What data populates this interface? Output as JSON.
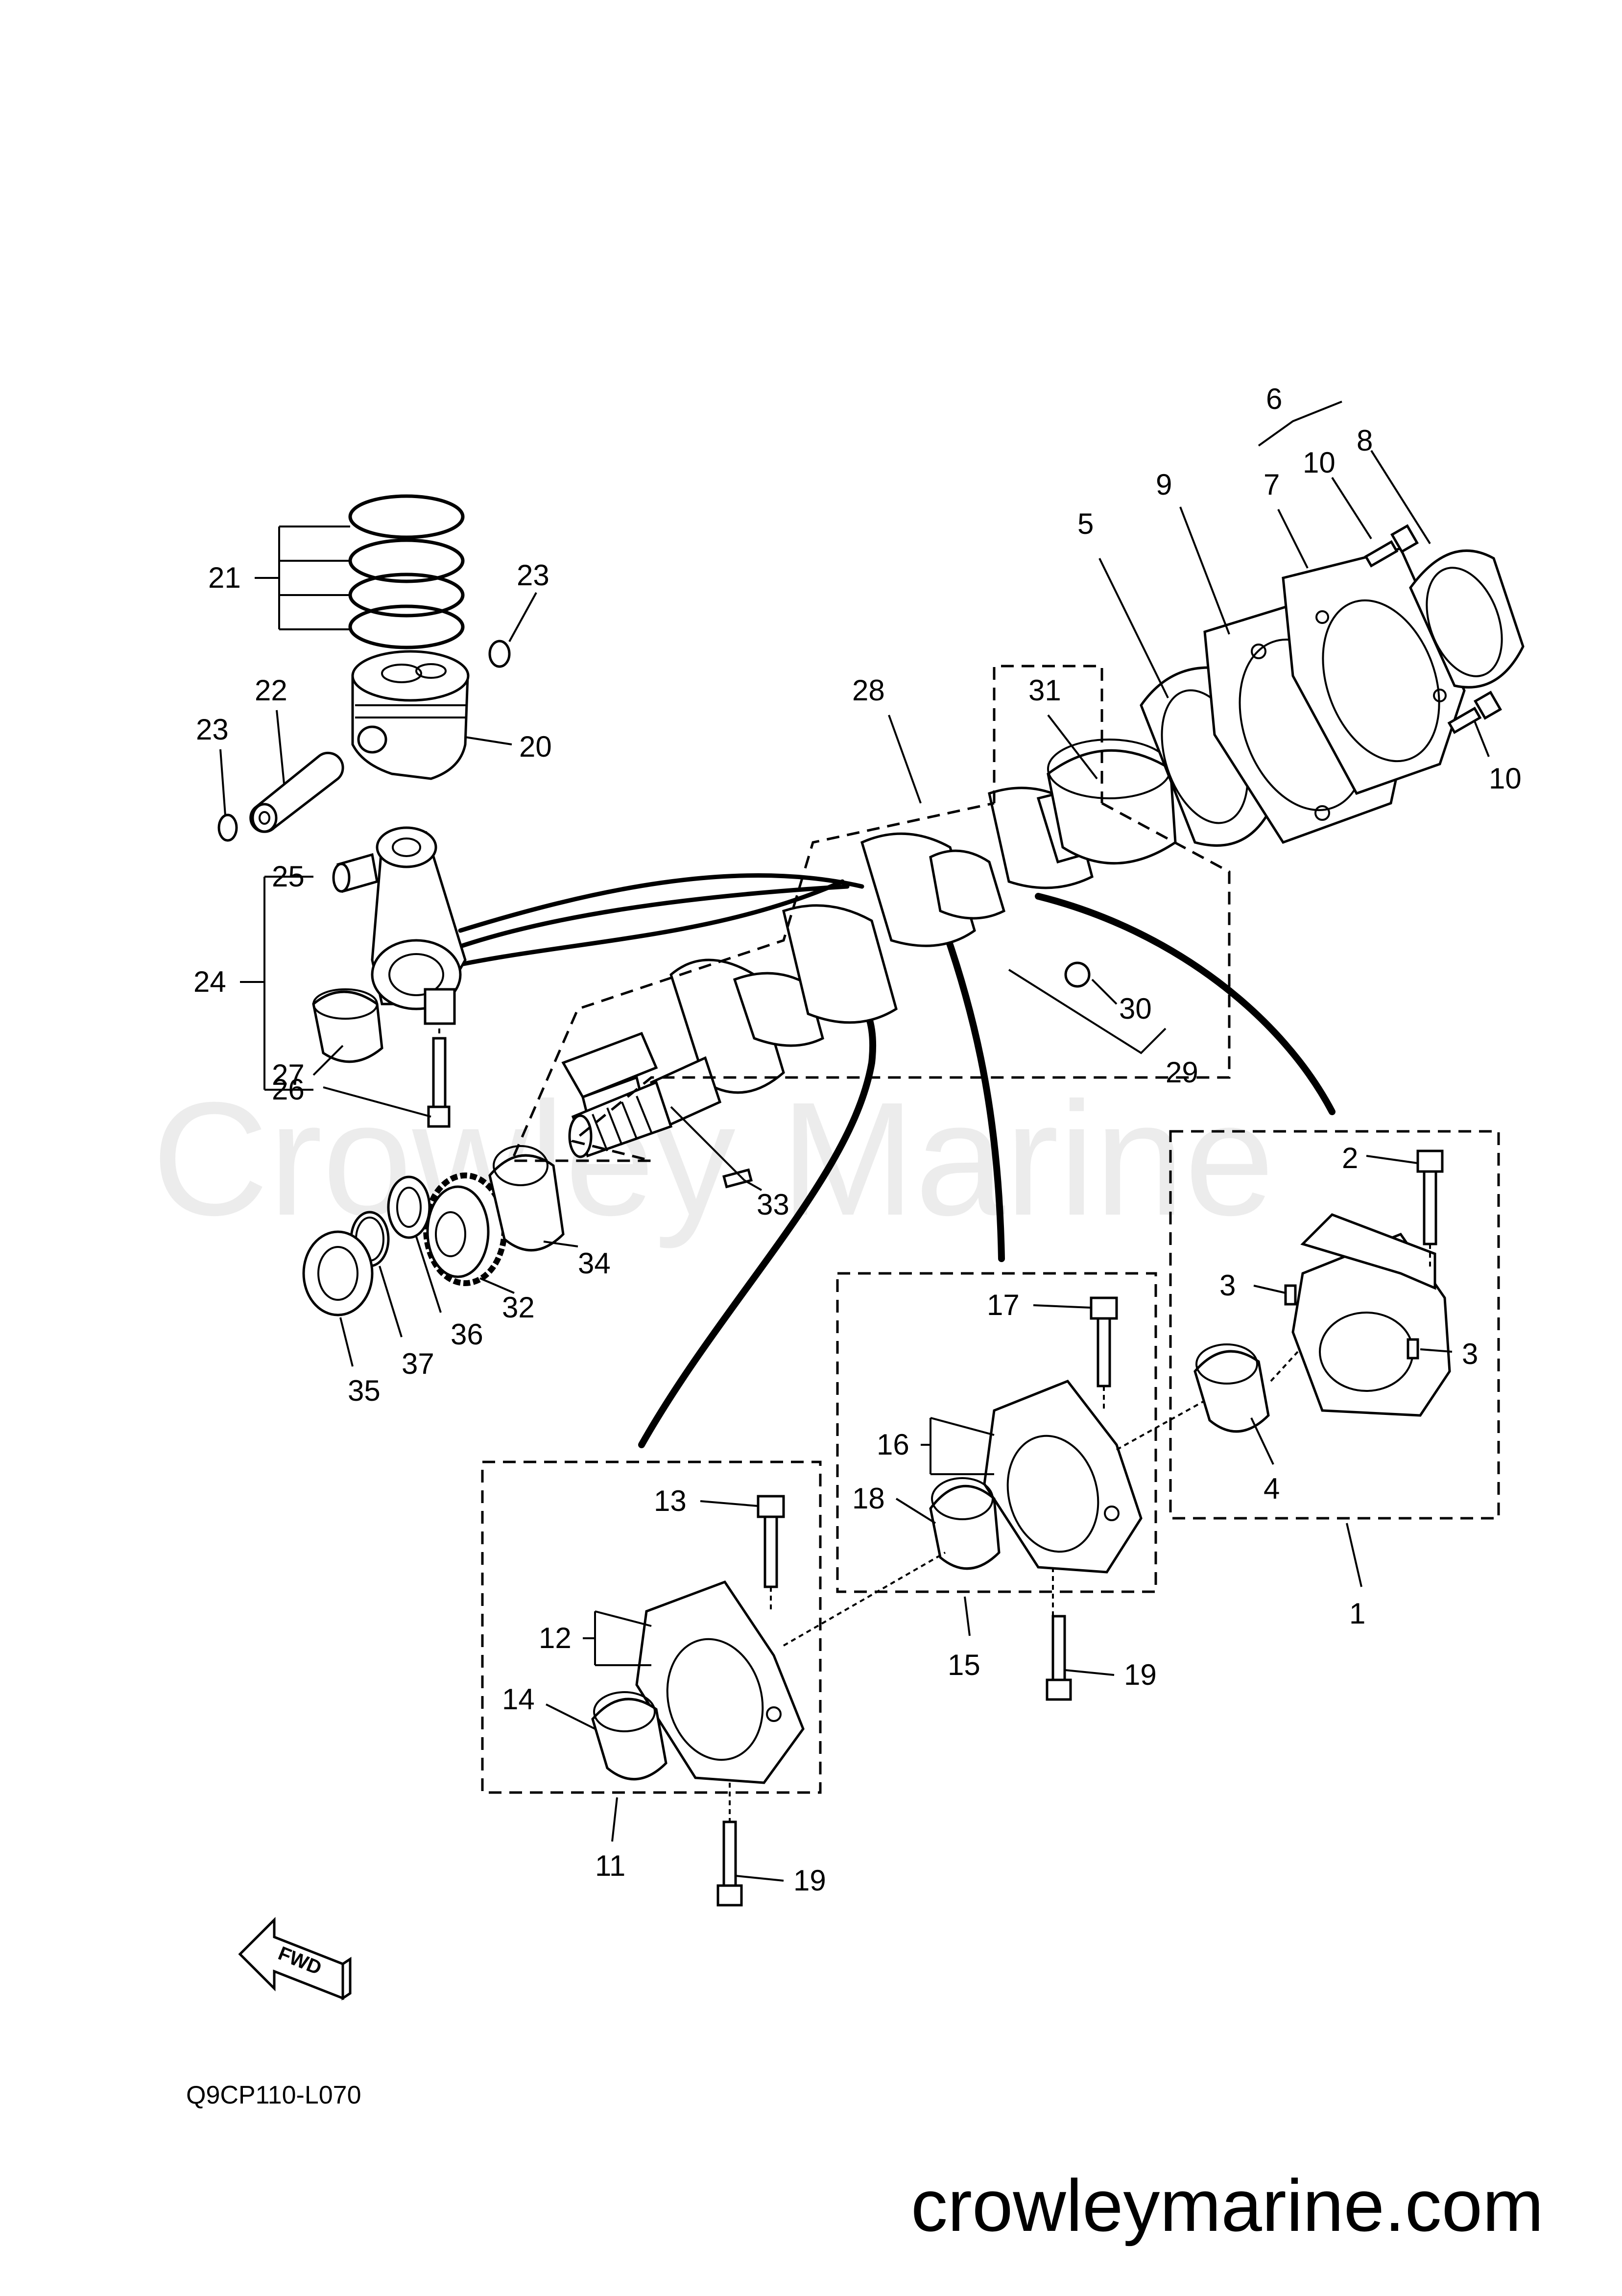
{
  "watermark": "Crowley Marine",
  "diagram_code": "Q9CP110-L070",
  "fwd_label": "FWD",
  "site_url": "crowleymarine.com",
  "labels": [
    "1",
    "2",
    "3",
    "3",
    "4",
    "5",
    "6",
    "7",
    "8",
    "9",
    "10",
    "10",
    "11",
    "12",
    "13",
    "14",
    "15",
    "16",
    "17",
    "18",
    "19",
    "19",
    "20",
    "21",
    "22",
    "23",
    "23",
    "24",
    "25",
    "26",
    "27",
    "28",
    "29",
    "30",
    "31",
    "32",
    "33",
    "34",
    "35",
    "36",
    "37"
  ]
}
